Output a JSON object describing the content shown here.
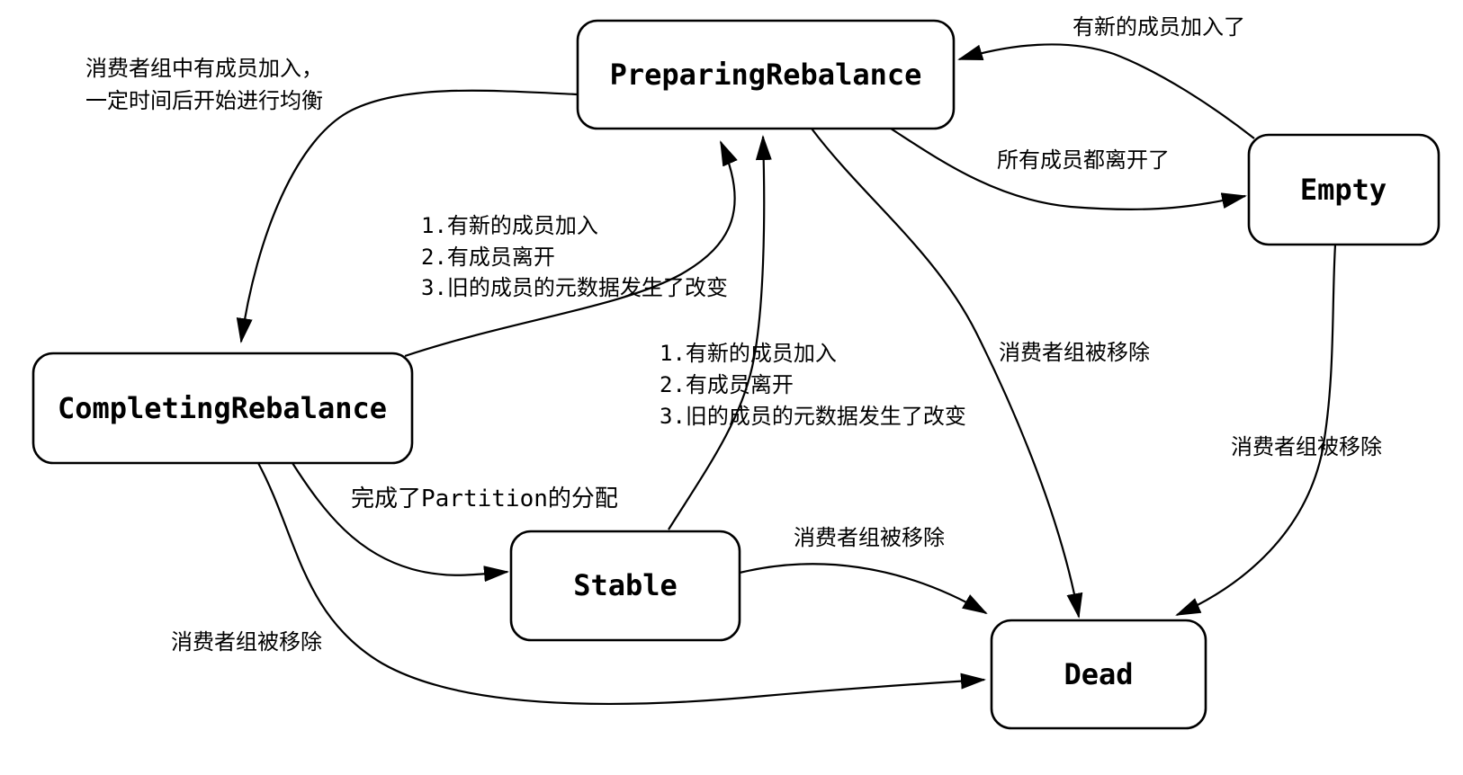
{
  "colors": {
    "background": "#ffffff",
    "stroke": "#000000",
    "text": "#000000"
  },
  "nodes": {
    "preparing": {
      "label": "PreparingRebalance"
    },
    "empty": {
      "label": "Empty"
    },
    "completing": {
      "label": "CompletingRebalance"
    },
    "stable": {
      "label": "Stable"
    },
    "dead": {
      "label": "Dead"
    }
  },
  "edges": {
    "prep_to_completing": {
      "lines": [
        "消费者组中有成员加入，",
        "一定时间后开始进行均衡"
      ]
    },
    "empty_to_prep": {
      "label": "有新的成员加入了"
    },
    "prep_to_empty": {
      "label": "所有成员都离开了"
    },
    "completing_to_prep": {
      "lines": [
        "1.有新的成员加入",
        "2.有成员离开",
        "3.旧的成员的元数据发生了改变"
      ]
    },
    "stable_to_prep": {
      "lines": [
        "1.有新的成员加入",
        "2.有成员离开",
        "3.旧的成员的元数据发生了改变"
      ]
    },
    "prep_to_dead": {
      "label": "消费者组被移除"
    },
    "empty_to_dead": {
      "label": "消费者组被移除"
    },
    "completing_to_stable": {
      "label": "完成了Partition的分配"
    },
    "stable_to_dead": {
      "label": "消费者组被移除"
    },
    "completing_to_dead": {
      "label": "消费者组被移除"
    }
  }
}
